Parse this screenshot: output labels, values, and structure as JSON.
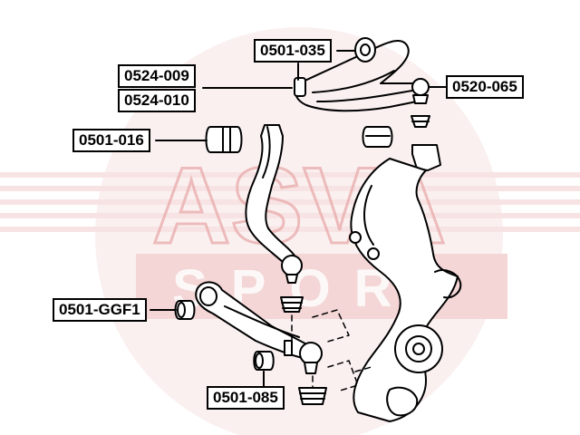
{
  "watermark": {
    "brand": "ASVA",
    "sub": "SPORT",
    "color": "#e8a6a6"
  },
  "parts": {
    "p0501_035": "0501-035",
    "p0524_009": "0524-009",
    "p0524_010": "0524-010",
    "p0520_065": "0520-065",
    "p0501_016": "0501-016",
    "p0501_ggf1": "0501-GGF1",
    "p0501_085": "0501-085"
  },
  "colors": {
    "line": "#000000",
    "label_border": "#000000",
    "background": "#ffffff"
  }
}
